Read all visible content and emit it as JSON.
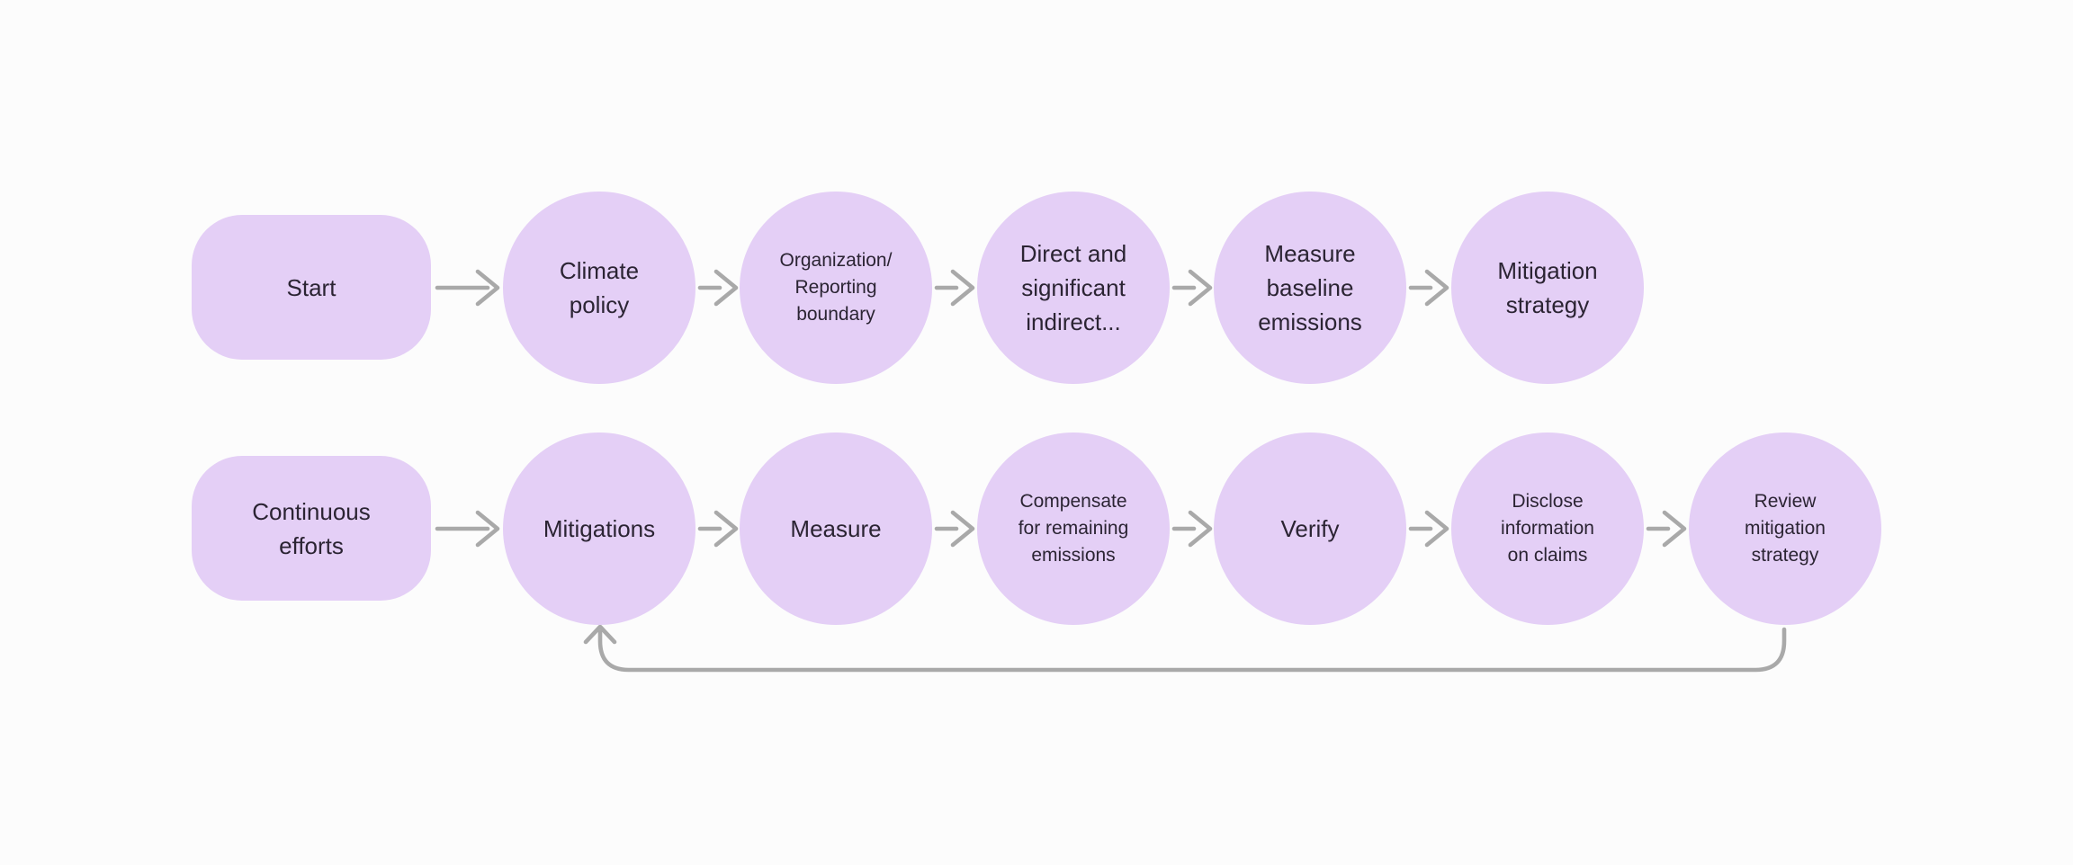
{
  "colors": {
    "background": "#fcfcfc",
    "node_fill": "#e4cff6",
    "text": "#2b2433",
    "arrow": "#a9a9a9"
  },
  "nodes": {
    "start": {
      "label": "Start"
    },
    "climate": {
      "lines": [
        "Climate",
        "policy"
      ]
    },
    "organization": {
      "lines": [
        "Organization/",
        "Reporting",
        "boundary"
      ]
    },
    "direct": {
      "lines": [
        "Direct and",
        "significant",
        "indirect..."
      ]
    },
    "measure_baseline": {
      "lines": [
        "Measure",
        "baseline",
        "emissions"
      ]
    },
    "mitigation_strategy": {
      "lines": [
        "Mitigation",
        "strategy"
      ]
    },
    "continuous": {
      "lines": [
        "Continuous",
        "efforts"
      ]
    },
    "mitigations": {
      "label": "Mitigations"
    },
    "measure": {
      "label": "Measure"
    },
    "compensate": {
      "lines": [
        "Compensate",
        "for remaining",
        "emissions"
      ]
    },
    "verify": {
      "label": "Verify"
    },
    "disclose": {
      "lines": [
        "Disclose",
        "information",
        "on claims"
      ]
    },
    "review": {
      "lines": [
        "Review",
        "mitigation",
        "strategy"
      ]
    }
  },
  "edges": [
    {
      "from": "Start",
      "to": "Climate policy"
    },
    {
      "from": "Climate policy",
      "to": "Organization/Reporting boundary"
    },
    {
      "from": "Organization/Reporting boundary",
      "to": "Direct and significant indirect..."
    },
    {
      "from": "Direct and significant indirect...",
      "to": "Measure baseline emissions"
    },
    {
      "from": "Measure baseline emissions",
      "to": "Mitigation strategy"
    },
    {
      "from": "Continuous efforts",
      "to": "Mitigations"
    },
    {
      "from": "Mitigations",
      "to": "Measure"
    },
    {
      "from": "Measure",
      "to": "Compensate for remaining emissions"
    },
    {
      "from": "Compensate for remaining emissions",
      "to": "Verify"
    },
    {
      "from": "Verify",
      "to": "Disclose information on claims"
    },
    {
      "from": "Disclose information on claims",
      "to": "Review mitigation strategy"
    },
    {
      "from": "Review mitigation strategy",
      "to": "Mitigations",
      "type": "feedback-loop"
    }
  ]
}
